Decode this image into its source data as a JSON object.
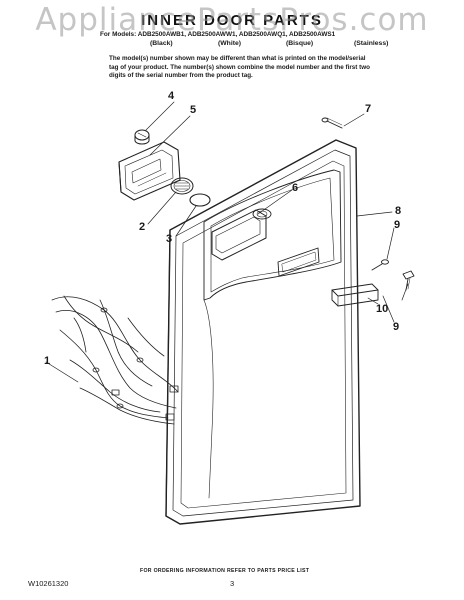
{
  "watermark": "AppliancePartsPros.com",
  "header": {
    "title": "INNER DOOR PARTS",
    "models": "For Models: ADB2500AWB1, ADB2500AWW1, ADB2500AWQ1, ADB2500AWS1",
    "finishes": [
      "(Black)",
      "(White)",
      "(Bisque)",
      "(Stainless)"
    ]
  },
  "note": "The model(s) number shown may be different than what is printed on the model/serial tag of your product. The number(s) shown combine the model number and the first two digits of the serial number from the product tag.",
  "callouts": [
    "1",
    "2",
    "3",
    "4",
    "5",
    "6",
    "7",
    "8",
    "9",
    "10",
    "9"
  ],
  "footer": {
    "ordering": "FOR ORDERING INFORMATION REFER TO PARTS PRICE LIST",
    "doc_number": "W10261320",
    "page_number": "3"
  }
}
